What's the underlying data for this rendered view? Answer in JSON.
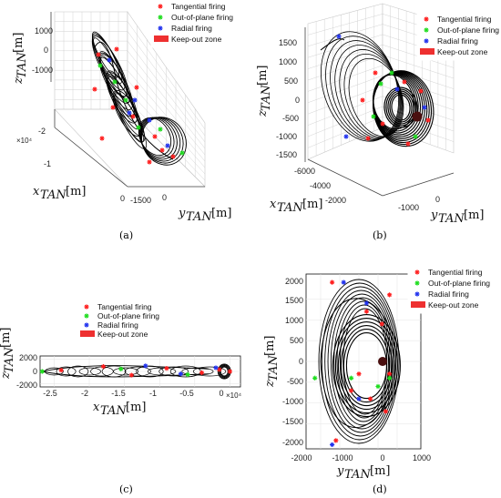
{
  "legend": {
    "tangential": "Tangential firing",
    "out_of_plane": "Out-of-plane firing",
    "radial": "Radial firing",
    "keepout": "Keep-out zone"
  },
  "colors": {
    "tangential": "#ff1f1f",
    "out_of_plane": "#1fdd1f",
    "radial": "#2233ee",
    "keepout": "#ee3030",
    "trajectory": "#000000",
    "moon": "#4a1010"
  },
  "axis_names": {
    "x": "x",
    "y": "y",
    "z": "z",
    "sub": "TAN",
    "unit": "[m]"
  },
  "chart_data": [
    {
      "panel": "(a)",
      "type": "line",
      "view": "3-D, oblique",
      "xlabel": "xTAN [m]",
      "ylabel": "yTAN [m]",
      "zlabel": "zTAN [m]",
      "x_ticks": [
        "-2",
        "-1",
        "0"
      ],
      "x_exponent": "×10⁴",
      "y_ticks": [
        "-1500",
        "0"
      ],
      "z_ticks": [
        "1000",
        "0",
        "-1000"
      ],
      "grid": true,
      "legend_position": "top-right"
    },
    {
      "panel": "(b)",
      "type": "line",
      "view": "3-D, oblique",
      "xlabel": "xTAN [m]",
      "ylabel": "yTAN [m]",
      "zlabel": "zTAN [m]",
      "x_ticks": [
        "-6000",
        "-4000",
        "-2000"
      ],
      "y_ticks": [
        "-1000",
        "0"
      ],
      "z_ticks": [
        "1500",
        "1000",
        "500",
        "0",
        "-500",
        "-1000",
        "-1500"
      ],
      "grid": true,
      "legend_position": "top-right"
    },
    {
      "panel": "(c)",
      "type": "line",
      "view": "x-z plane",
      "xlabel": "xTAN [m]",
      "ylabel": "zTAN [m]",
      "x_ticks": [
        "-2.5",
        "-2",
        "-1.5",
        "-1",
        "-0.5",
        "0"
      ],
      "x_exponent": "×10⁴",
      "y_ticks": [
        "2000",
        "0",
        "-2000"
      ],
      "xlim": [
        -27000,
        1500
      ],
      "ylim": [
        -2500,
        2500
      ],
      "grid": true,
      "legend_position": "top-left"
    },
    {
      "panel": "(d)",
      "type": "line",
      "view": "y-z plane",
      "xlabel": "yTAN [m]",
      "ylabel": "zTAN [m]",
      "x_ticks": [
        "-2000",
        "-1000",
        "0",
        "1000"
      ],
      "y_ticks": [
        "2000",
        "1500",
        "1000",
        "500",
        "0",
        "-500",
        "-1000",
        "-1500",
        "-2000"
      ],
      "xlim": [
        -2000,
        1000
      ],
      "ylim": [
        -2100,
        2100
      ],
      "grid": true,
      "legend_position": "top-right"
    }
  ],
  "captions": [
    "(a)",
    "(b)",
    "(c)",
    "(d)"
  ]
}
